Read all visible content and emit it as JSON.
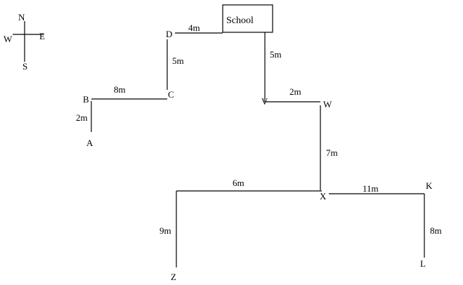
{
  "compass": {
    "north": "N",
    "south": "S",
    "east": "E",
    "west": "W"
  },
  "building": {
    "label": "School"
  },
  "points": {
    "A": "A",
    "B": "B",
    "C": "C",
    "D": "D",
    "V": "V",
    "W": "W",
    "X": "X",
    "Z": "Z",
    "K": "K",
    "L": "L"
  },
  "distances": {
    "AB": "2m",
    "BC": "8m",
    "CD": "5m",
    "DSchool": "4m",
    "SchoolV": "5m",
    "VW": "2m",
    "WX": "7m",
    "XZtop": "6m",
    "Zdown": "9m",
    "XK": "11m",
    "KL": "8m"
  },
  "colors": {
    "ink": "#000000",
    "background": "#ffffff"
  }
}
